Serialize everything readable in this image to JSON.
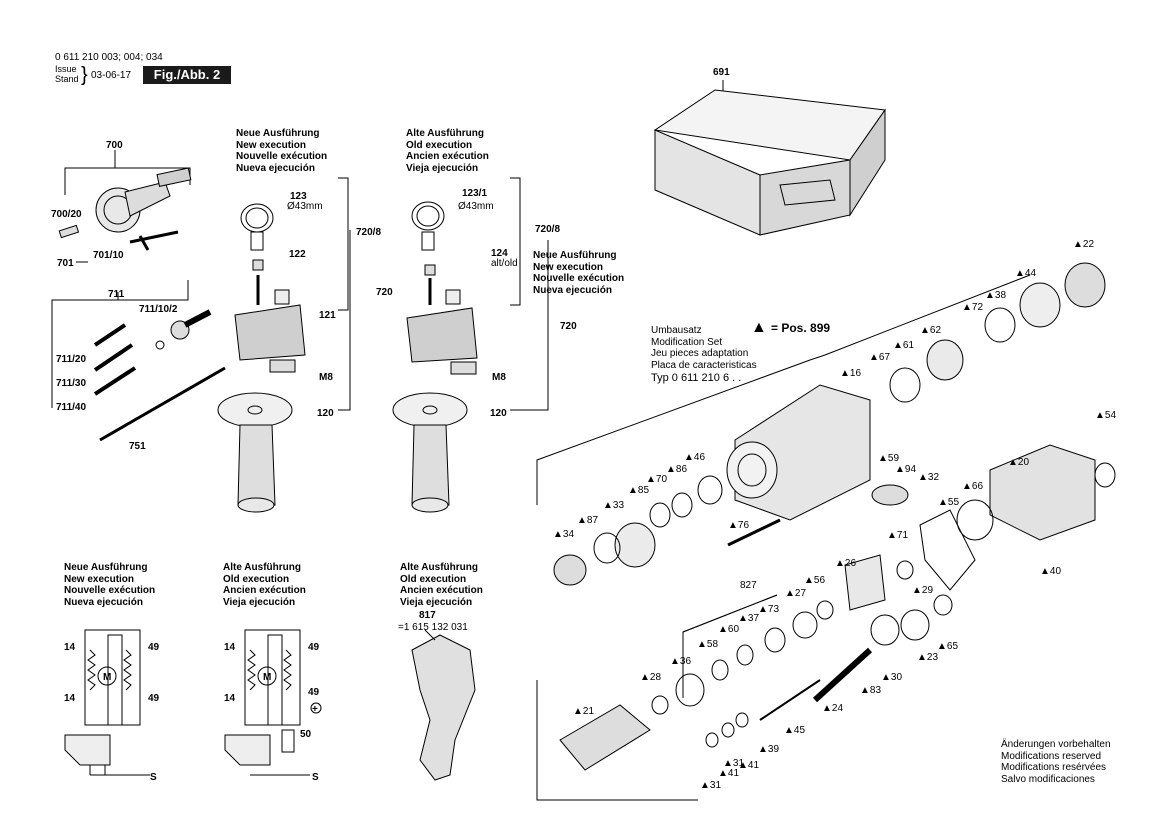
{
  "header": {
    "part_numbers": "0 611 210 003; 004; 034",
    "issue_label": "Issue",
    "stand_label": "Stand",
    "date": "03-06-17",
    "figure": "Fig./Abb. 2"
  },
  "headings": {
    "new_execution": [
      "Neue Ausführung",
      "New execution",
      "Nouvelle exécution",
      "Nueva ejecución"
    ],
    "old_execution": [
      "Alte Ausführung",
      "Old execution",
      "Ancien exécution",
      "Vieja ejecución"
    ]
  },
  "modification_set": {
    "lines": [
      "Umbausatz",
      "Modification Set",
      "Jeu pieces adaptation",
      "Placa de caracteristicas"
    ],
    "type_line": "Typ 0 611 210 6 . .",
    "pos_label": "= Pos. 899",
    "triangle": "▲"
  },
  "part_817": {
    "number": "817",
    "ref": "=1 615 132 031"
  },
  "notice": [
    "Änderungen vorbehalten",
    "Modifications reserved",
    "Modifications resérvées",
    "Salvo modificaciones"
  ],
  "callouts": {
    "c700": "700",
    "c700_20": "700/20",
    "c701": "701",
    "c701_10": "701/10",
    "c711": "711",
    "c711_10_2": "711/10/2",
    "c711_20": "711/20",
    "c711_30": "711/30",
    "c711_40": "711/40",
    "c751": "751",
    "c120": "120",
    "c120b": "120",
    "c720": "720",
    "c720b": "720",
    "c720_8": "720/8",
    "c720_8b": "720/8",
    "c123": "123",
    "c123_1": "123/1",
    "diam": "Ø43mm",
    "diam_b": "Ø43mm",
    "c122": "122",
    "c121": "121",
    "c124": "124",
    "alt_old": "alt/old",
    "cM8": "M8",
    "cM8b": "M8",
    "c691": "691",
    "c14": "14",
    "c14b": "14",
    "c14c": "14",
    "c14d": "14",
    "c49": "49",
    "c49b": "49",
    "c49c": "49",
    "c49d": "49",
    "c50": "50",
    "motor": "M",
    "motor_b": "M",
    "plus": "+"
  },
  "tri_parts": [
    "22",
    "44",
    "38",
    "72",
    "62",
    "61",
    "67",
    "16",
    "54",
    "59",
    "94",
    "32",
    "20",
    "66",
    "55",
    "40",
    "76",
    "46",
    "86",
    "70",
    "85",
    "33",
    "87",
    "34",
    "71",
    "29",
    "26",
    "56",
    "27",
    "827",
    "73",
    "37",
    "60",
    "58",
    "36",
    "28",
    "21",
    "65",
    "23",
    "30",
    "83",
    "24",
    "45",
    "39",
    "41",
    "31",
    "31b",
    "41b"
  ],
  "tri_labels": {
    "22": "22",
    "44": "44",
    "38": "38",
    "72": "72",
    "62": "62",
    "61": "61",
    "67": "67",
    "16": "16",
    "54": "54",
    "59": "59",
    "94": "94",
    "32": "32",
    "20": "20",
    "66": "66",
    "55": "55",
    "40": "40",
    "76": "76",
    "46": "46",
    "86": "86",
    "70": "70",
    "85": "85",
    "33": "33",
    "87": "87",
    "34": "34",
    "71": "71",
    "29": "29",
    "26": "26",
    "56": "56",
    "27": "27",
    "827": "827",
    "73": "73",
    "37": "37",
    "60": "60",
    "58": "58",
    "36": "36",
    "28": "28",
    "21": "21",
    "65": "65",
    "23": "23",
    "30": "30",
    "83": "83",
    "24": "24",
    "45": "45",
    "39": "39",
    "41": "41",
    "31": "31",
    "31b": "31",
    "41b": "41"
  }
}
